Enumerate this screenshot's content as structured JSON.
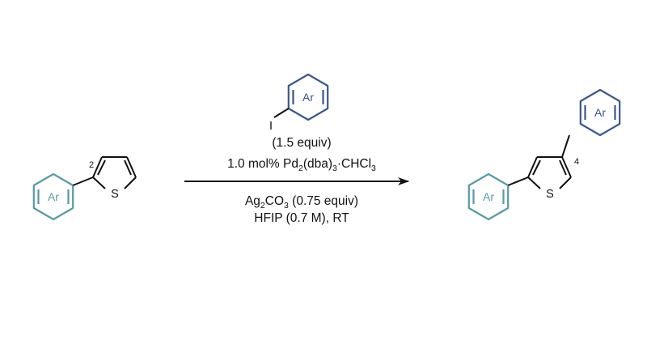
{
  "colors": {
    "teal": "#5a9aa2",
    "navy": "#3d5590",
    "bond": "#111111",
    "background": "#ffffff"
  },
  "reagent": {
    "halogen": "I",
    "aryl_label": "Ar"
  },
  "starting_material": {
    "aryl_label": "Ar",
    "heteroatom": "S",
    "position_label": "2"
  },
  "product": {
    "aryl_label_c2": "Ar",
    "aryl_label_c4": "Ar",
    "heteroatom": "S",
    "position_label": "4"
  },
  "conditions": {
    "line1": "(1.5 equiv)",
    "line2_prefix": "1.0 mol% Pd",
    "line2_sub1": "2",
    "line2_mid": "(dba)",
    "line2_sub2": "3",
    "line2_mid2": "·CHCl",
    "line2_sub3": "3",
    "line3_prefix": "Ag",
    "line3_sub1": "2",
    "line3_mid": "CO",
    "line3_sub2": "3",
    "line3_suffix": " (0.75 equiv)",
    "line4": "HFIP (0.7 M), RT"
  },
  "arrow": {
    "direction": "right"
  }
}
